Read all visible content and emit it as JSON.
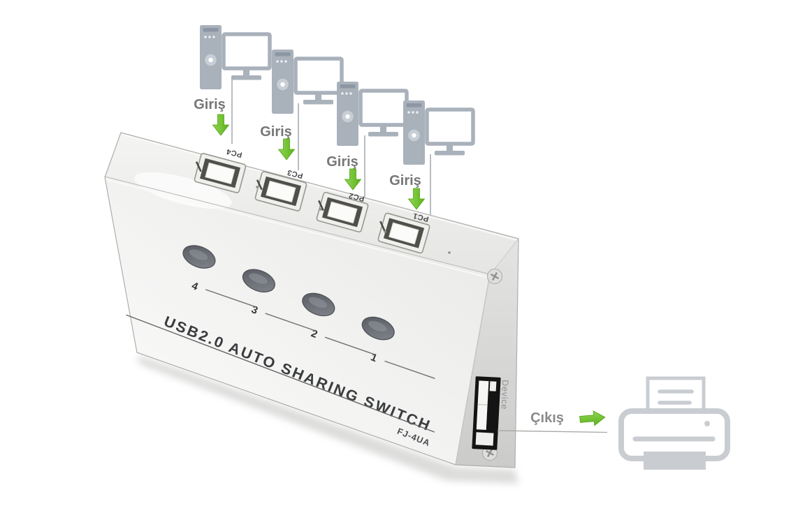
{
  "annotations": {
    "input_labels": [
      {
        "text": "Giriş"
      },
      {
        "text": "Giriş"
      },
      {
        "text": "Giriş"
      },
      {
        "text": "Giriş"
      }
    ],
    "output_label": {
      "text": "Çıkış"
    }
  },
  "device": {
    "title": "USB2.0 AUTO SHARING SWITCH",
    "model": "FJ-4UA",
    "top_ports": [
      {
        "label": "PC4"
      },
      {
        "label": "PC3"
      },
      {
        "label": "PC2"
      },
      {
        "label": "PC1"
      }
    ],
    "selector_buttons": [
      {
        "label": "4"
      },
      {
        "label": "3"
      },
      {
        "label": "2"
      },
      {
        "label": "1"
      }
    ],
    "output_port_label": "Device"
  },
  "icons": {
    "computer_count": 4,
    "input_arrow": "arrow-down",
    "output_arrow": "arrow-right",
    "output_device": "printer"
  },
  "colors": {
    "accent_green": "#6cbd2a",
    "icon_gray": "#a9b1bb",
    "label_gray": "#767676",
    "printer_gray": "#c9cdd2",
    "device_body": "#ececea"
  }
}
